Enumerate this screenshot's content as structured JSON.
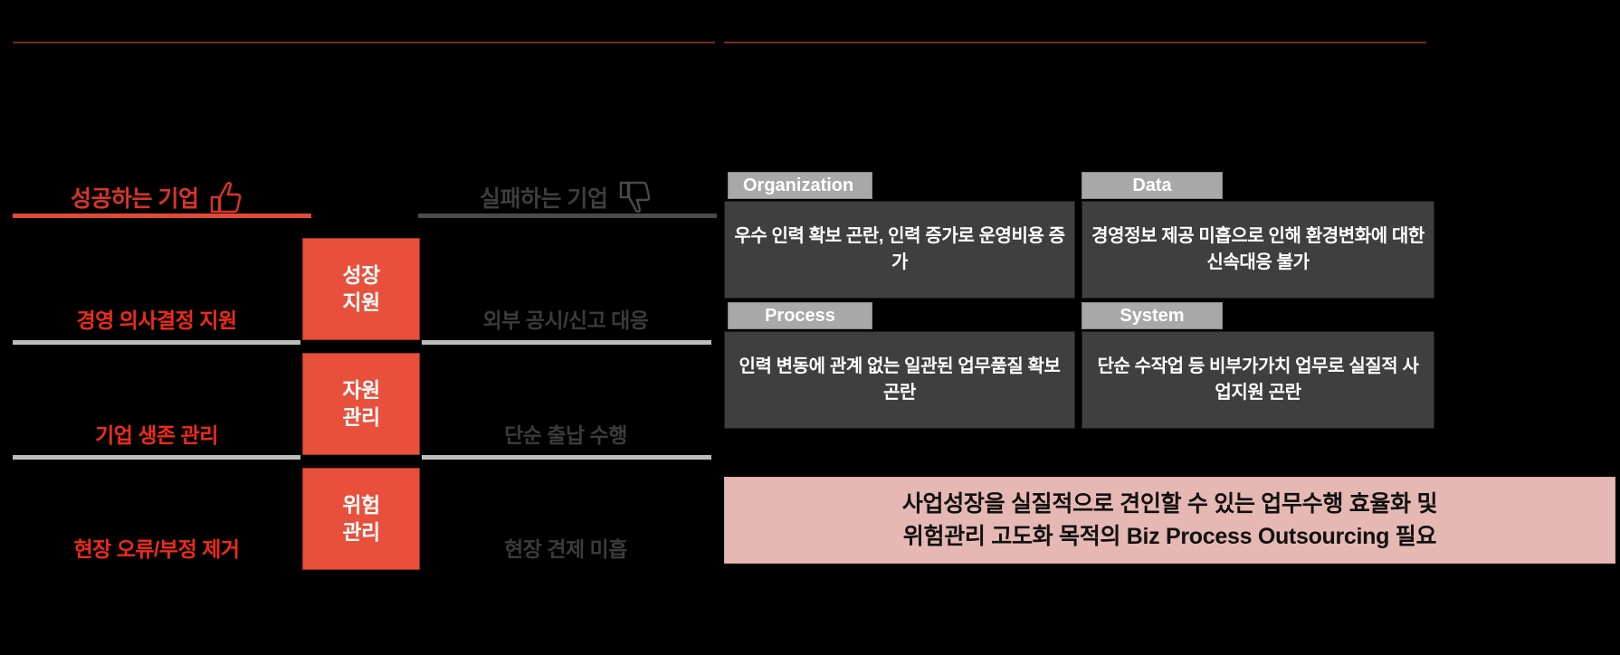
{
  "colors": {
    "background": "#000000",
    "accent_red": "#e8503c",
    "label_red": "#ee2b19",
    "label_gray": "#3b3b3b",
    "quad_fill": "#3f3f3f",
    "quad_tab": "#a8a8a8",
    "banner_fill": "#e6b8b3",
    "top_rule": "#7b2a22",
    "separator": "#bdbdbd"
  },
  "left_panel": {
    "success_heading": "성공하는 기업",
    "success_icon": "thumbs-up-icon",
    "failure_heading": "실패하는 기업",
    "failure_icon": "thumbs-down-icon",
    "success_items": [
      "경영 의사결정 지원",
      "기업 생존 관리",
      "현장 오류/부정 제거"
    ],
    "failure_items": [
      "외부 공시/신고 대응",
      "단순 출납 수행",
      "현장 견제 미흡"
    ],
    "center_items": [
      {
        "line1": "성장",
        "line2": "지원"
      },
      {
        "line1": "자원",
        "line2": "관리"
      },
      {
        "line1": "위험",
        "line2": "관리"
      }
    ]
  },
  "right_panel": {
    "quadrants": [
      {
        "tab": "Organization",
        "tab_align": "left",
        "line1": "우수 인력 확보 곤란,",
        "line2": "인력 증가로 운영비용 증가"
      },
      {
        "tab": "Data",
        "tab_align": "center",
        "line1": "경영정보 제공 미흡으로 인해",
        "line2": "환경변화에 대한 신속대응 불가"
      },
      {
        "tab": "Process",
        "tab_align": "center",
        "line1": "인력 변동에 관계 없는",
        "line2": "일관된 업무품질 확보 곤란"
      },
      {
        "tab": "System",
        "tab_align": "center",
        "line1": "단순 수작업 등 비부가가치 업무로",
        "line2": "실질적 사업지원 곤란"
      }
    ],
    "conclusion": {
      "line1": "사업성장을 실질적으로 견인할 수 있는 업무수행 효율화 및",
      "line2": "위험관리 고도화 목적의 Biz Process Outsourcing 필요"
    }
  }
}
